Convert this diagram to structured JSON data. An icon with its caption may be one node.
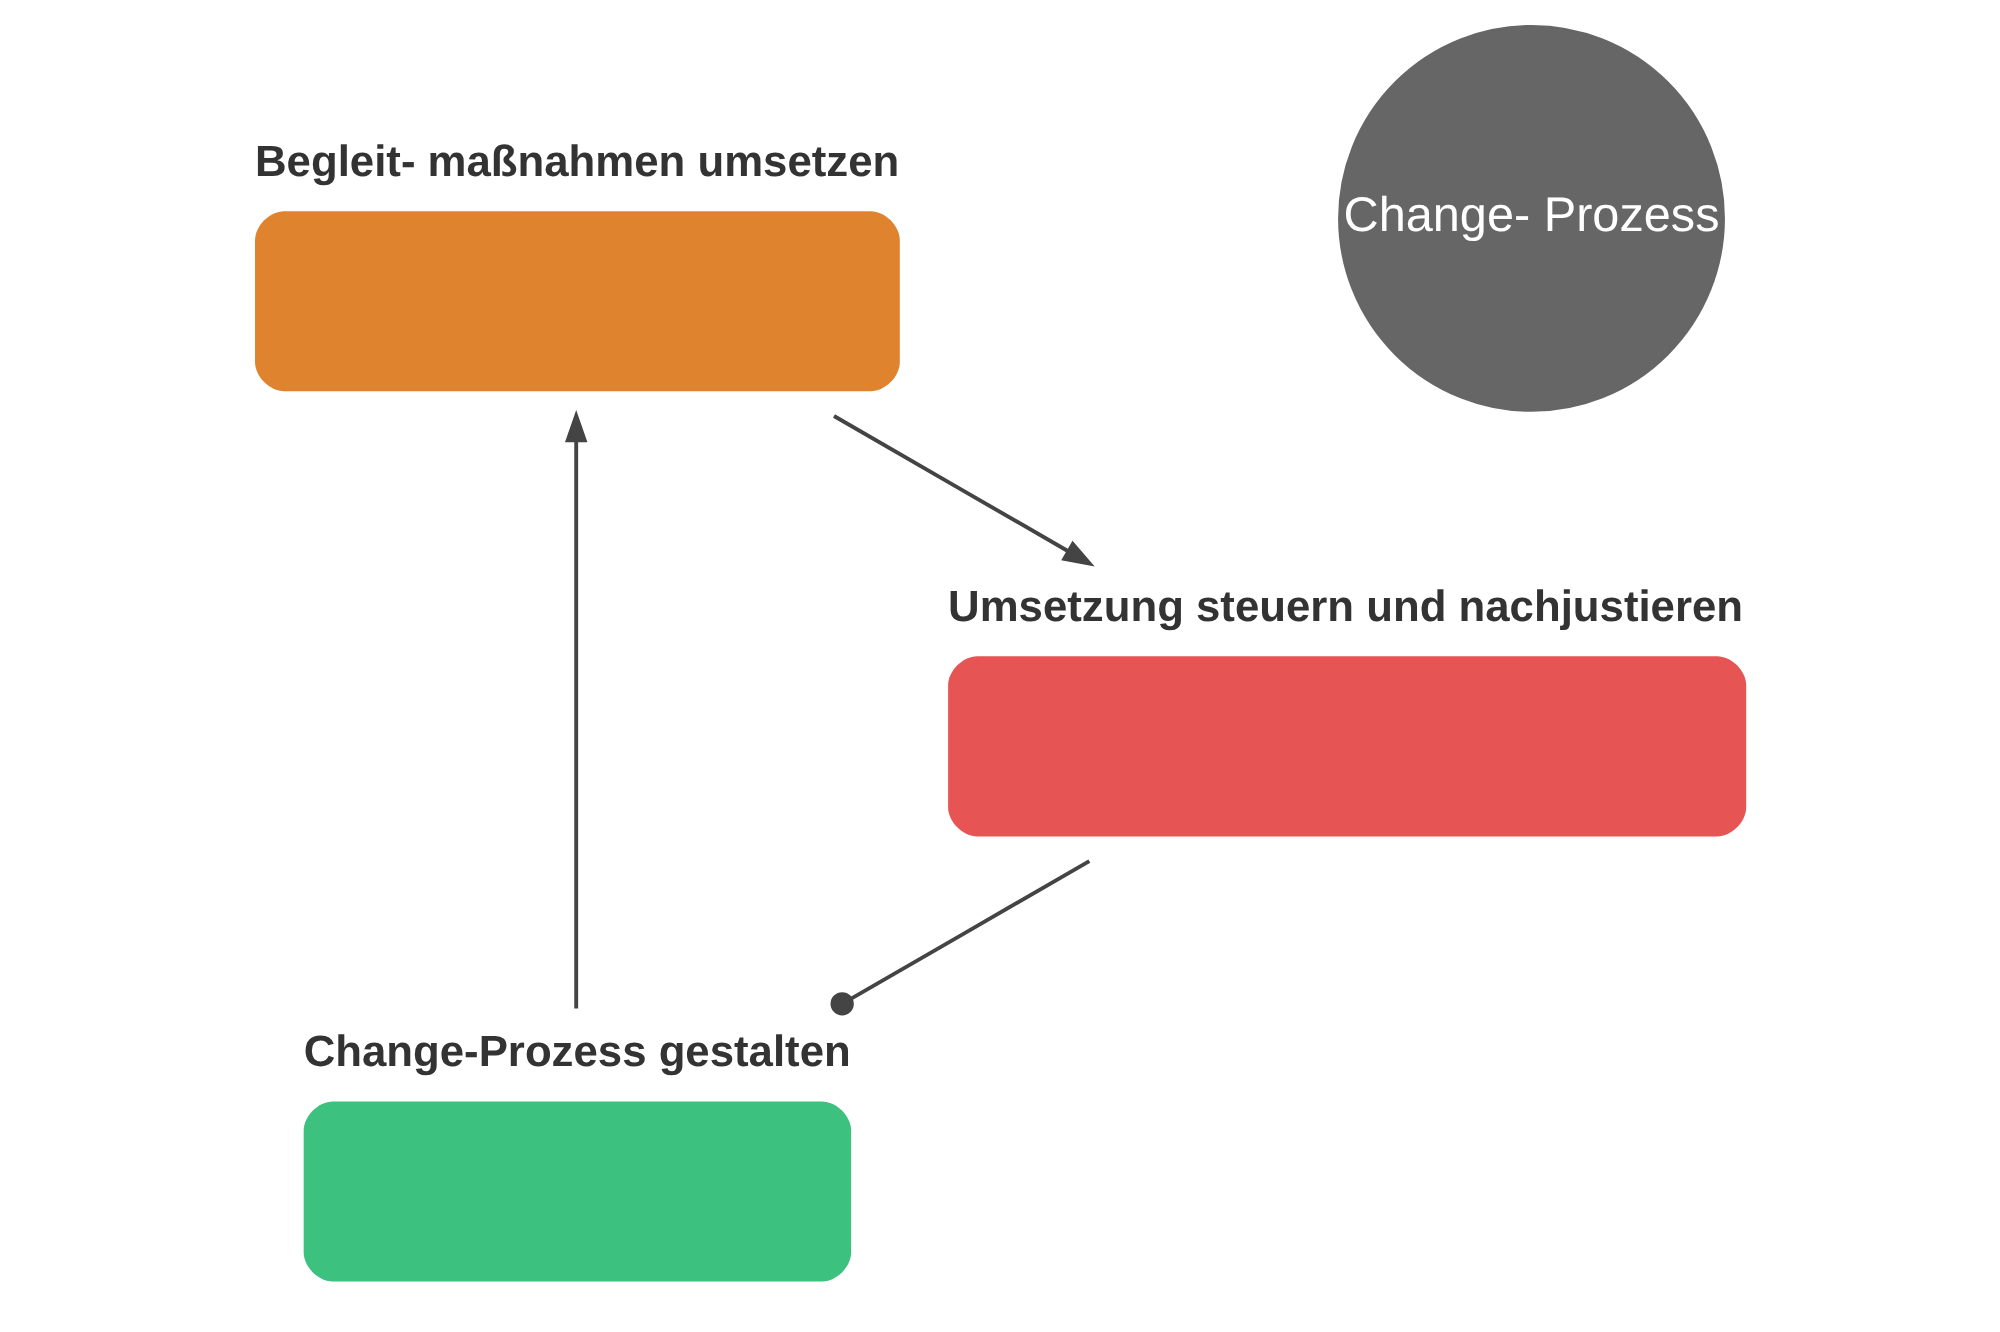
{
  "diagram": {
    "nodes": [
      {
        "text": [
          "Change- Prozess"
        ]
      },
      {
        "text": [
          "Change-Prozess gestalten"
        ]
      },
      {
        "text": [
          "Begleit- maßnahmen umsetzen"
        ]
      },
      {
        "text": [
          "Umsetzung steuern und nachjustieren"
        ]
      }
    ],
    "edges": [
      {
        "from": 1,
        "to": 2,
        "arrow": "to"
      },
      {
        "from": 2,
        "to": 3,
        "arrow": "to"
      },
      {
        "from": 3,
        "to": 1,
        "arrow": "other"
      }
    ]
  }
}
